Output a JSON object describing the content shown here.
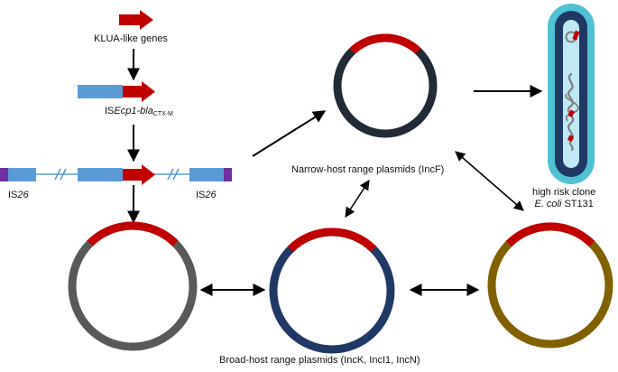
{
  "labels": {
    "klua_genes": "KLUA-like genes",
    "isecp1_prefix": "IS",
    "isecp1_italic": "Ecp1-bla",
    "isecp1_sub": "CTX-M",
    "is26_left_prefix": "IS",
    "is26_left_italic": "26",
    "is26_right_prefix": "IS",
    "is26_right_italic": "26",
    "narrow_host": "Narrow-host range plasmids (IncF)",
    "broad_host": "Broad-host range plasmids (IncK, IncI1, IncN)",
    "clone_line1": "high risk clone",
    "clone_line2_italic": "E. coli",
    "clone_line2_rest": " ST131"
  },
  "colors": {
    "gene_red": "#c00000",
    "is_blue": "#5b9bd5",
    "is26_purple": "#7030a0",
    "narrow_plasmid": "#222a35",
    "left_plasmid": "#595959",
    "broad_plasmid": "#203864",
    "right_plasmid": "#806000",
    "cell_outer": "#4fc1d3",
    "cell_body": "#1f3864",
    "cell_inner": "#bfe9f5",
    "chromosome": "#7f7f7f"
  }
}
